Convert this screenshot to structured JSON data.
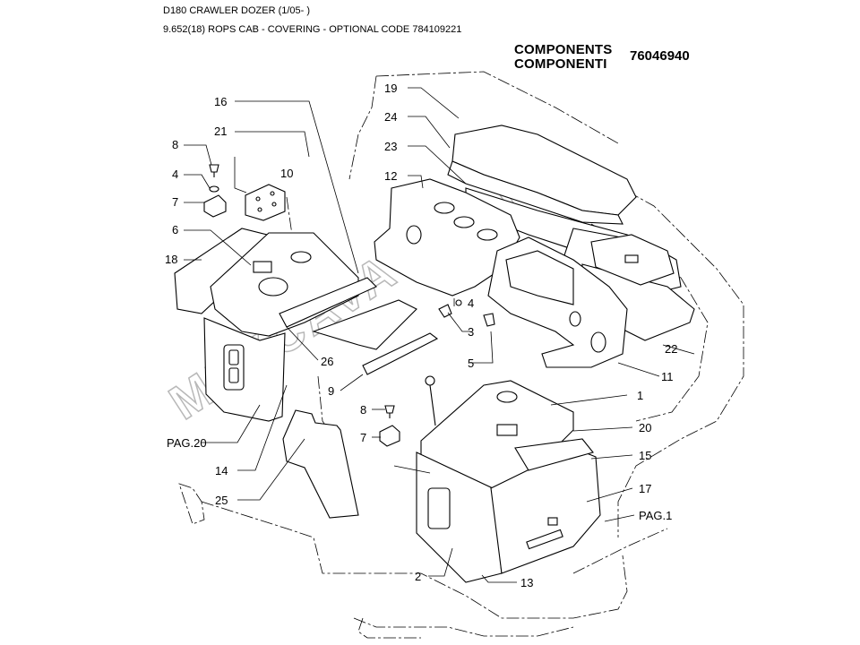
{
  "header": {
    "model_line": "D180 CRAWLER DOZER (1/05- )",
    "section_line": "9.652(18) ROPS CAB - COVERING - OPTIONAL CODE 784109221"
  },
  "title": {
    "line1": "COMPONENTS",
    "line2": "COMPONENTI",
    "drawing_number": "76046940"
  },
  "watermark": "MEXCAVATOR.RU",
  "callouts": {
    "c16": "16",
    "c21": "21",
    "c8a": "8",
    "c4a": "4",
    "c7a": "7",
    "c10": "10",
    "c6": "6",
    "c18": "18",
    "c19": "19",
    "c24": "24",
    "c23": "23",
    "c12": "12",
    "c4b": "4",
    "c3": "3",
    "c5": "5",
    "c26": "26",
    "c9": "9",
    "c22": "22",
    "c11": "11",
    "c1": "1",
    "c20": "20",
    "c15": "15",
    "c17": "17",
    "pag1": "PAG.1",
    "c8b": "8",
    "c7b": "7",
    "pag20": "PAG.20",
    "c14": "14",
    "c25": "25",
    "c2": "2",
    "c13": "13"
  }
}
